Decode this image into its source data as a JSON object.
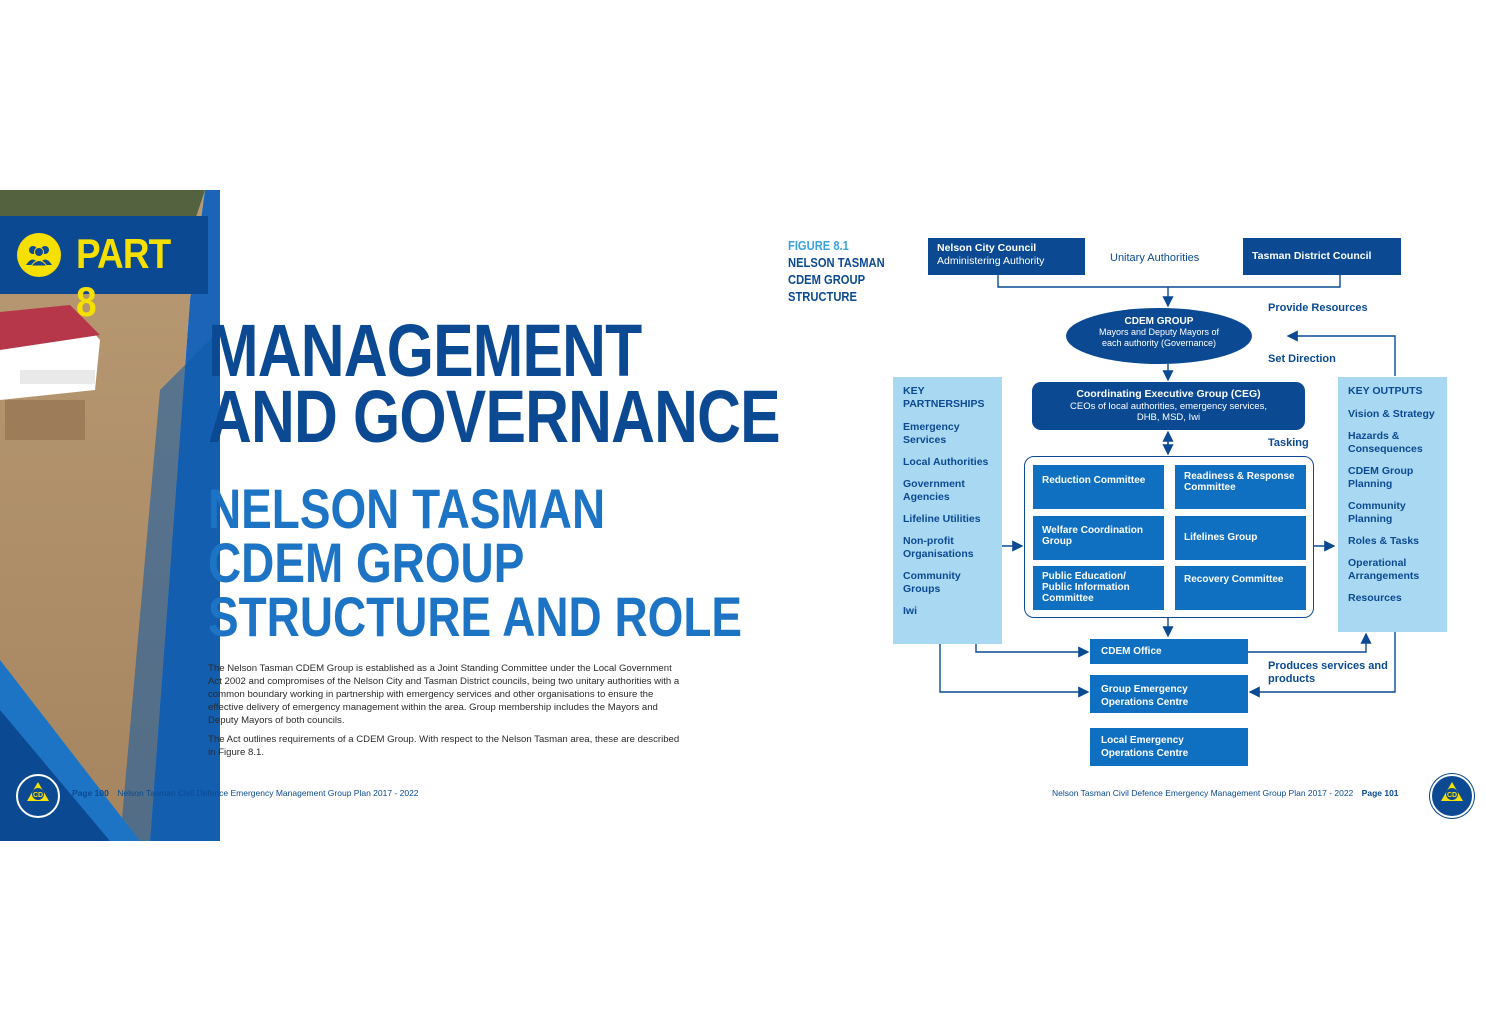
{
  "left_page": {
    "part_label": "PART 8",
    "badge_icon": "people-icon",
    "title": "MANAGEMENT\nAND GOVERNANCE",
    "subtitle": "NELSON TASMAN\nCDEM GROUP\nSTRUCTURE AND ROLE",
    "paragraphs": [
      "The Nelson Tasman CDEM Group is established as a Joint Standing Committee under the Local Government Act 2002 and compromises of the Nelson City and Tasman District councils, being two unitary authorities with a common boundary working in partnership with emergency services and other organisations to ensure the effective delivery of emergency management within the area. Group membership includes the Mayors and Deputy Mayors of both councils.",
      "The Act outlines requirements of a CDEM Group.  With respect to the Nelson Tasman area, these are described in Figure 8.1."
    ],
    "footer_page": "Page 100",
    "footer_title": "Nelson Tasman Civil Defence Emergency Management Group Plan 2017 - 2022"
  },
  "right_page": {
    "figure_number": "FIGURE 8.1",
    "figure_title": "NELSON TASMAN\nCDEM GROUP\nSTRUCTURE",
    "footer_title": "Nelson Tasman Civil Defence Emergency Management Group Plan 2017 - 2022",
    "footer_page": "Page 101"
  },
  "diagram": {
    "nelson": {
      "title": "Nelson City Council",
      "sub": "Administering Authority"
    },
    "unitary_label": "Unitary Authorities",
    "tasman": {
      "title": "Tasman District Council"
    },
    "provide_resources": "Provide Resources",
    "set_direction": "Set Direction",
    "cdem_group": {
      "title": "CDEM GROUP",
      "sub": "Mayors and Deputy Mayors of each authority (Governance)"
    },
    "ceg": {
      "title": "Coordinating Executive Group (CEG)",
      "sub": "CEOs of local authorities, emergency services, DHB, MSD, Iwi"
    },
    "tasking": "Tasking",
    "committees": [
      "Reduction Committee",
      "Readiness & Response Committee",
      "Welfare Coordination Group",
      "Lifelines Group",
      "Public Education/ Public Information Committee",
      "Recovery Committee"
    ],
    "key_partnerships": {
      "heading": "KEY PARTNERSHIPS",
      "items": [
        "Emergency Services",
        "Local Authorities",
        "Government Agencies",
        "Lifeline Utilities",
        "Non-profit Organisations",
        "Community Groups",
        "Iwi"
      ]
    },
    "key_outputs": {
      "heading": "KEY OUTPUTS",
      "items": [
        "Vision & Strategy",
        "Hazards & Consequences",
        "CDEM Group Planning",
        "Community Planning",
        "Roles & Tasks",
        "Operational Arrangements",
        "Resources"
      ]
    },
    "cdem_office": "CDEM Office",
    "produces": "Produces services and products",
    "geoc": "Group Emergency Operations Centre",
    "leoc": "Local Emergency Operations Centre"
  },
  "colors": {
    "navy": "#0b4a93",
    "blue": "#0f6fc0",
    "light": "#a9d8f2",
    "yellow": "#f6e000",
    "cyan": "#3ba3e0"
  }
}
